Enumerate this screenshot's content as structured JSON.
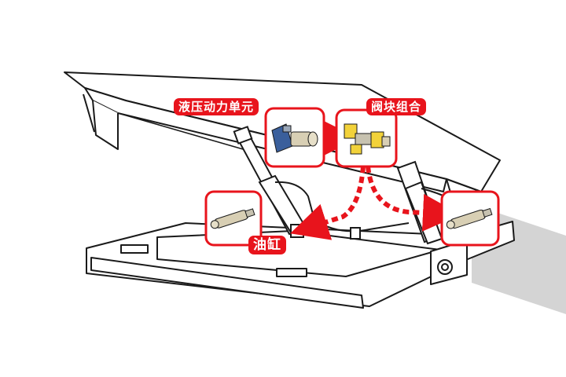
{
  "labels": {
    "hydraulic_power_unit": "液压动力单元",
    "valve_block": "阀块组合",
    "cylinder": "油缸"
  },
  "colors": {
    "accent": "#e8141c",
    "outline": "#1a1a1a",
    "frame_fill": "#ffffff",
    "shadow": "#d4d4d4",
    "motor_blue": "#3a5f9c",
    "valve_yellow": "#f2d23a",
    "cylinder_tan": "#d8cfb4"
  },
  "icons": [
    "hydraulic-power-unit-icon",
    "valve-block-icon",
    "cylinder-icon"
  ]
}
